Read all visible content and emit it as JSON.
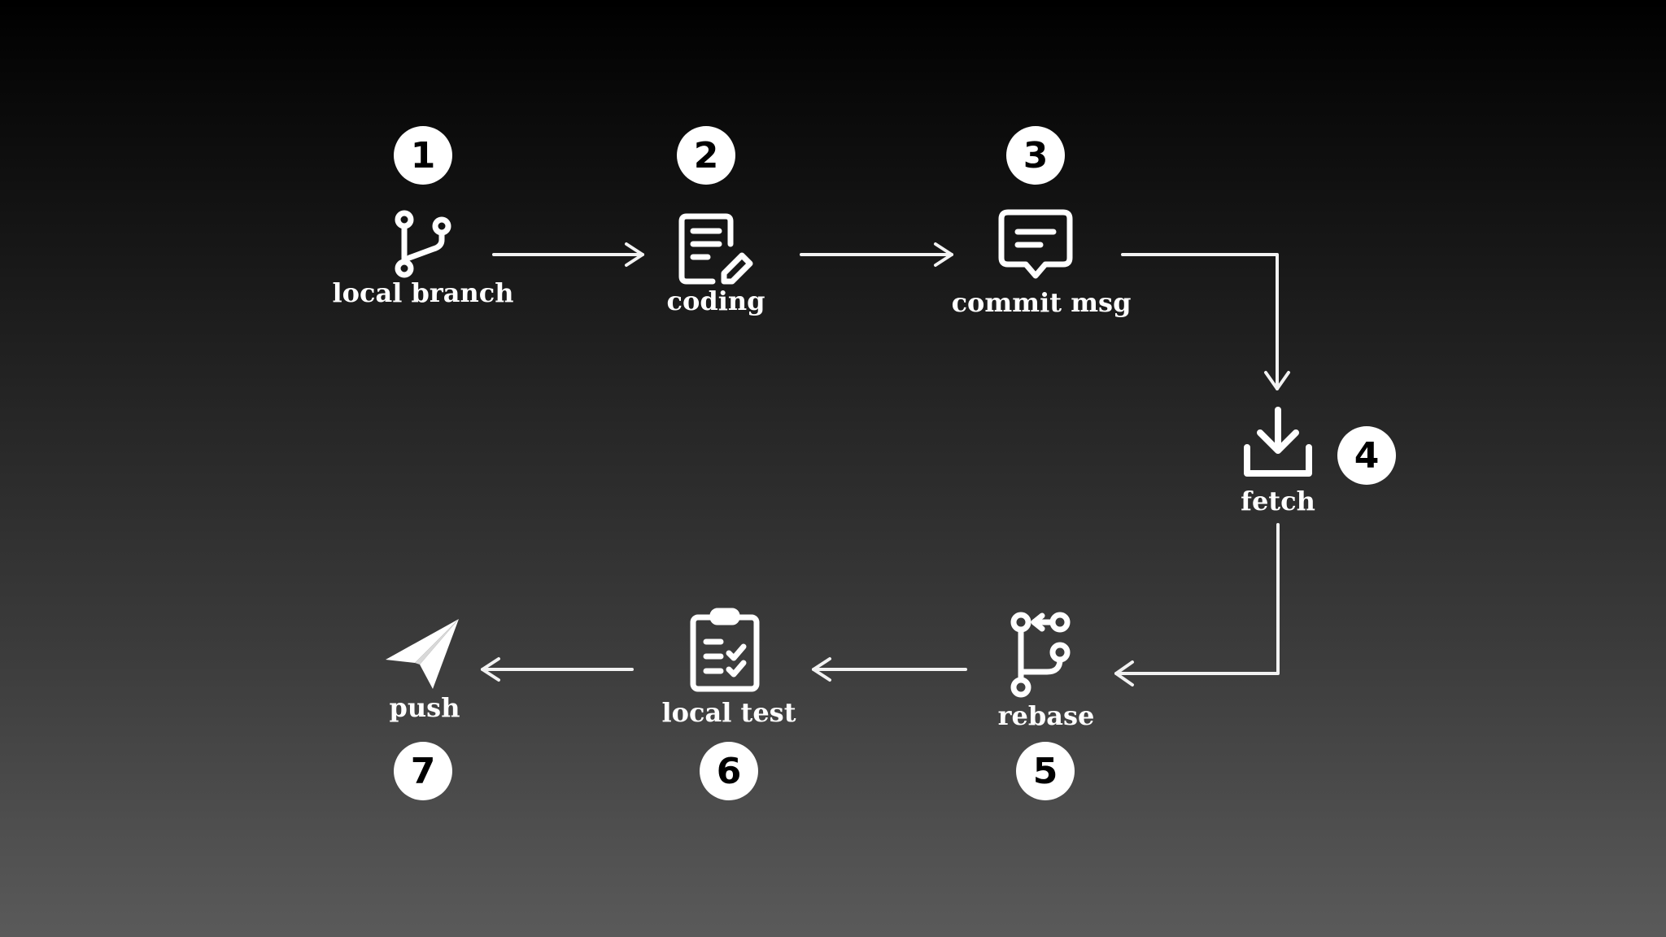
{
  "steps": [
    {
      "number": "1",
      "label": "local branch",
      "icon": "git-branch-icon"
    },
    {
      "number": "2",
      "label": "coding",
      "icon": "edit-document-icon"
    },
    {
      "number": "3",
      "label": "commit msg",
      "icon": "message-icon"
    },
    {
      "number": "4",
      "label": "fetch",
      "icon": "download-icon"
    },
    {
      "number": "5",
      "label": "rebase",
      "icon": "git-rebase-icon"
    },
    {
      "number": "6",
      "label": "local test",
      "icon": "clipboard-check-icon"
    },
    {
      "number": "7",
      "label": "push",
      "icon": "paper-plane-icon"
    }
  ],
  "colors": {
    "foreground": "#ffffff",
    "badge_text": "#000000",
    "background_top": "#000000",
    "background_bottom": "#5a5a5a"
  }
}
